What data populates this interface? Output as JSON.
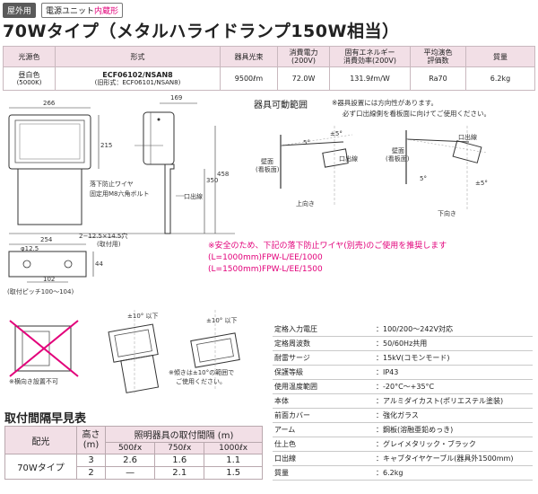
{
  "tags": {
    "outdoor": "屋外用",
    "ballast_prefix": "電源ユニット",
    "ballast_hl": "内蔵形"
  },
  "title": "70Wタイプ（メタルハライドランプ150W相当）",
  "spec_table": {
    "headers": [
      "光源色",
      "形式",
      "器具光束",
      "消費電力\n(200V)",
      "固有エネルギー\n消費効率(200V)",
      "平均演色\n評価数",
      "質量"
    ],
    "color_name": "昼白色",
    "color_temp": "(5000K)",
    "model": "ECF06102/NSAN8",
    "old_model": "(旧形式：ECF06101/NSAN8)",
    "flux": "9500ℓm",
    "power": "72.0W",
    "efficiency": "131.9ℓm/W",
    "ra": "Ra70",
    "mass": "6.2kg"
  },
  "drawing": {
    "dim_266": "266",
    "dim_215": "215",
    "dim_169": "169",
    "dim_458": "458",
    "dim_350": "350",
    "dim_254": "254",
    "dim_12_5": "φ12.5",
    "dim_102": "102",
    "dim_44": "44",
    "hole_note": "2−12.5×14.5穴",
    "hole_note2": "(取付用)",
    "pitch_note": "(取付ピッチ100〜104)",
    "wire_note1": "落下防止ワイヤ",
    "wire_note2": "固定用M8六角ボルト",
    "cable_exit": "口出線"
  },
  "range": {
    "title": "器具可動範囲",
    "note1": "※器具設置には方向性があります。",
    "note2": "必ず口出線側を看板面に向けてご使用ください。",
    "wall": "壁面",
    "board": "(看板面)",
    "cable": "口出線",
    "up": "上向き",
    "down": "下向き",
    "deg5": "5°",
    "pm5": "±5°"
  },
  "warning": {
    "line1": "※安全のため、下記の落下防止ワイヤ(別売)のご使用を推奨します",
    "line2": "(L=1000mm)FPW-L/EE/1000",
    "line3": "(L=1500mm)FPW-L/EE/1500"
  },
  "install": {
    "no_horizontal": "※横向き設置不可",
    "tilt1": "±10° 以下",
    "tilt2": "±10° 以下",
    "tilt_note1": "※傾きは±10°の範囲で",
    "tilt_note2": "ご使用ください。"
  },
  "specs": [
    {
      "k": "定格入力電圧",
      "v": "：100/200〜242V対応"
    },
    {
      "k": "定格周波数",
      "v": "：50/60Hz共用"
    },
    {
      "k": "耐雷サージ",
      "v": "：15kV(コモンモード)"
    },
    {
      "k": "保護等級",
      "v": "：IP43"
    },
    {
      "k": "使用温度範囲",
      "v": "：-20°C〜+35°C"
    },
    {
      "k": "本体",
      "v": "：アルミダイカスト(ポリエステル塗装)"
    },
    {
      "k": "前面カバー",
      "v": "：強化ガラス"
    },
    {
      "k": "アーム",
      "v": "：鋼板(溶融亜鉛めっき)"
    },
    {
      "k": "仕上色",
      "v": "：グレイメタリック・ブラック"
    },
    {
      "k": "口出線",
      "v": "：キャブタイヤケーブル(器具外1500mm)"
    },
    {
      "k": "質量",
      "v": "：6.2kg"
    }
  ],
  "gap_table": {
    "title": "取付間隔早見表",
    "h_type": "配光",
    "h_height": "高さ",
    "h_height_unit": "(m)",
    "h_gap": "照明器具の取付間隔 (m)",
    "lux": [
      "500ℓx",
      "750ℓx",
      "1000ℓx"
    ],
    "type_label": "70Wタイプ",
    "rows": [
      {
        "height": "3",
        "v": [
          "2.6",
          "1.6",
          "1.1"
        ]
      },
      {
        "height": "2",
        "v": [
          "—",
          "2.1",
          "1.5"
        ]
      }
    ]
  }
}
